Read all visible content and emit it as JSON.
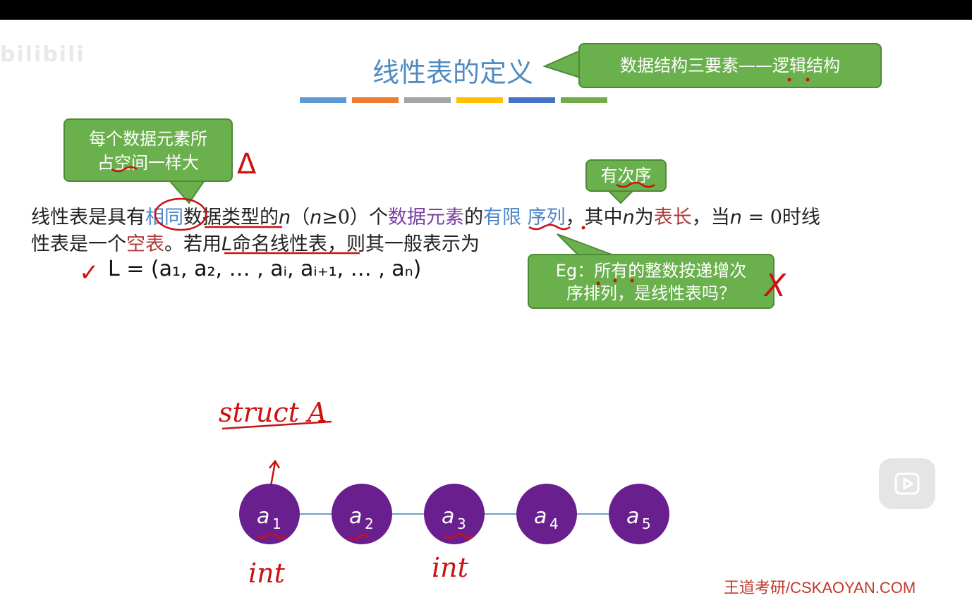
{
  "watermark": "bilibili",
  "title": "线性表的定义",
  "color_strip": [
    "#5b9bd5",
    "#ed7d31",
    "#a5a5a5",
    "#ffc000",
    "#4472c4",
    "#70ad47"
  ],
  "callouts": {
    "structure": "数据结构三要素——逻辑结构",
    "size_line1": "每个数据元素所",
    "size_line2": "占空间一样大",
    "order": "有次序",
    "eg_line1": "Eg：所有的整数按递增次",
    "eg_line2": "序排列，是线性表吗？"
  },
  "paragraph": {
    "l1_a": "线性表是具有",
    "l1_same": "相同",
    "l1_b": "数据类型",
    "l1_c": "的",
    "l1_n": "n",
    "l1_d": "（",
    "l1_n2": "n",
    "l1_e": "≥0）个",
    "l1_elem": "数据元素",
    "l1_f": "的",
    "l1_finite": "有限 序列",
    "l1_g": "，其中",
    "l1_n3": "n",
    "l1_h": "为",
    "l1_len": "表长",
    "l1_i": "，当",
    "l1_n4": "n",
    "l1_j": " = 0时线",
    "l2_a": "性表是一个",
    "l2_empty": "空表",
    "l2_b": "。若用",
    "l2_L": "L",
    "l2_c": "命名线性表，则其一般表示为",
    "formula": "L = (a₁, a₂, … , aᵢ, aᵢ₊₁, … , aₙ)"
  },
  "annotations": {
    "triangle": "Δ",
    "struct": "struct A",
    "int1": "int",
    "int2": "int",
    "check": "✓",
    "cross": "X"
  },
  "nodes": [
    {
      "label": "a",
      "sub": "1"
    },
    {
      "label": "a",
      "sub": "2"
    },
    {
      "label": "a",
      "sub": "3"
    },
    {
      "label": "a",
      "sub": "4"
    },
    {
      "label": "a",
      "sub": "5"
    }
  ],
  "colors": {
    "node_fill": "#6a1f8f",
    "link": "#6fa0c8",
    "ink_red": "#cc1111"
  },
  "footer": "王道考研/CSKAOYAN.COM",
  "play_icon": "play-icon"
}
